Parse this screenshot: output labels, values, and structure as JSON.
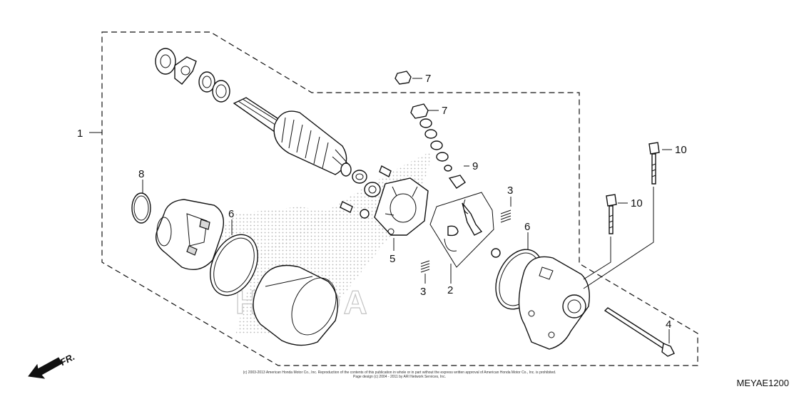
{
  "callouts": {
    "c1": "1",
    "c2": "2",
    "c3a": "3",
    "c3b": "3",
    "c4": "4",
    "c5": "5",
    "c6a": "6",
    "c6b": "6",
    "c7a": "7",
    "c7b": "7",
    "c8": "8",
    "c9": "9",
    "c10a": "10",
    "c10b": "10"
  },
  "front_marker": "FR.",
  "diagram_code": "MEYAE1200",
  "copyright_line1": "(c) 2003-2013 American Honda Motor Co., Inc. Reproduction of the contents of this publication in whole or in part without the express written approval of American Honda Motor Co., Inc. is prohibited.",
  "copyright_line2": "Page design (c) 2004 - 2011 by ARI Network Services, Inc.",
  "watermark": "HONDA",
  "colors": {
    "line": "#111111",
    "stipple": "#b5b5b5",
    "background": "#ffffff"
  }
}
